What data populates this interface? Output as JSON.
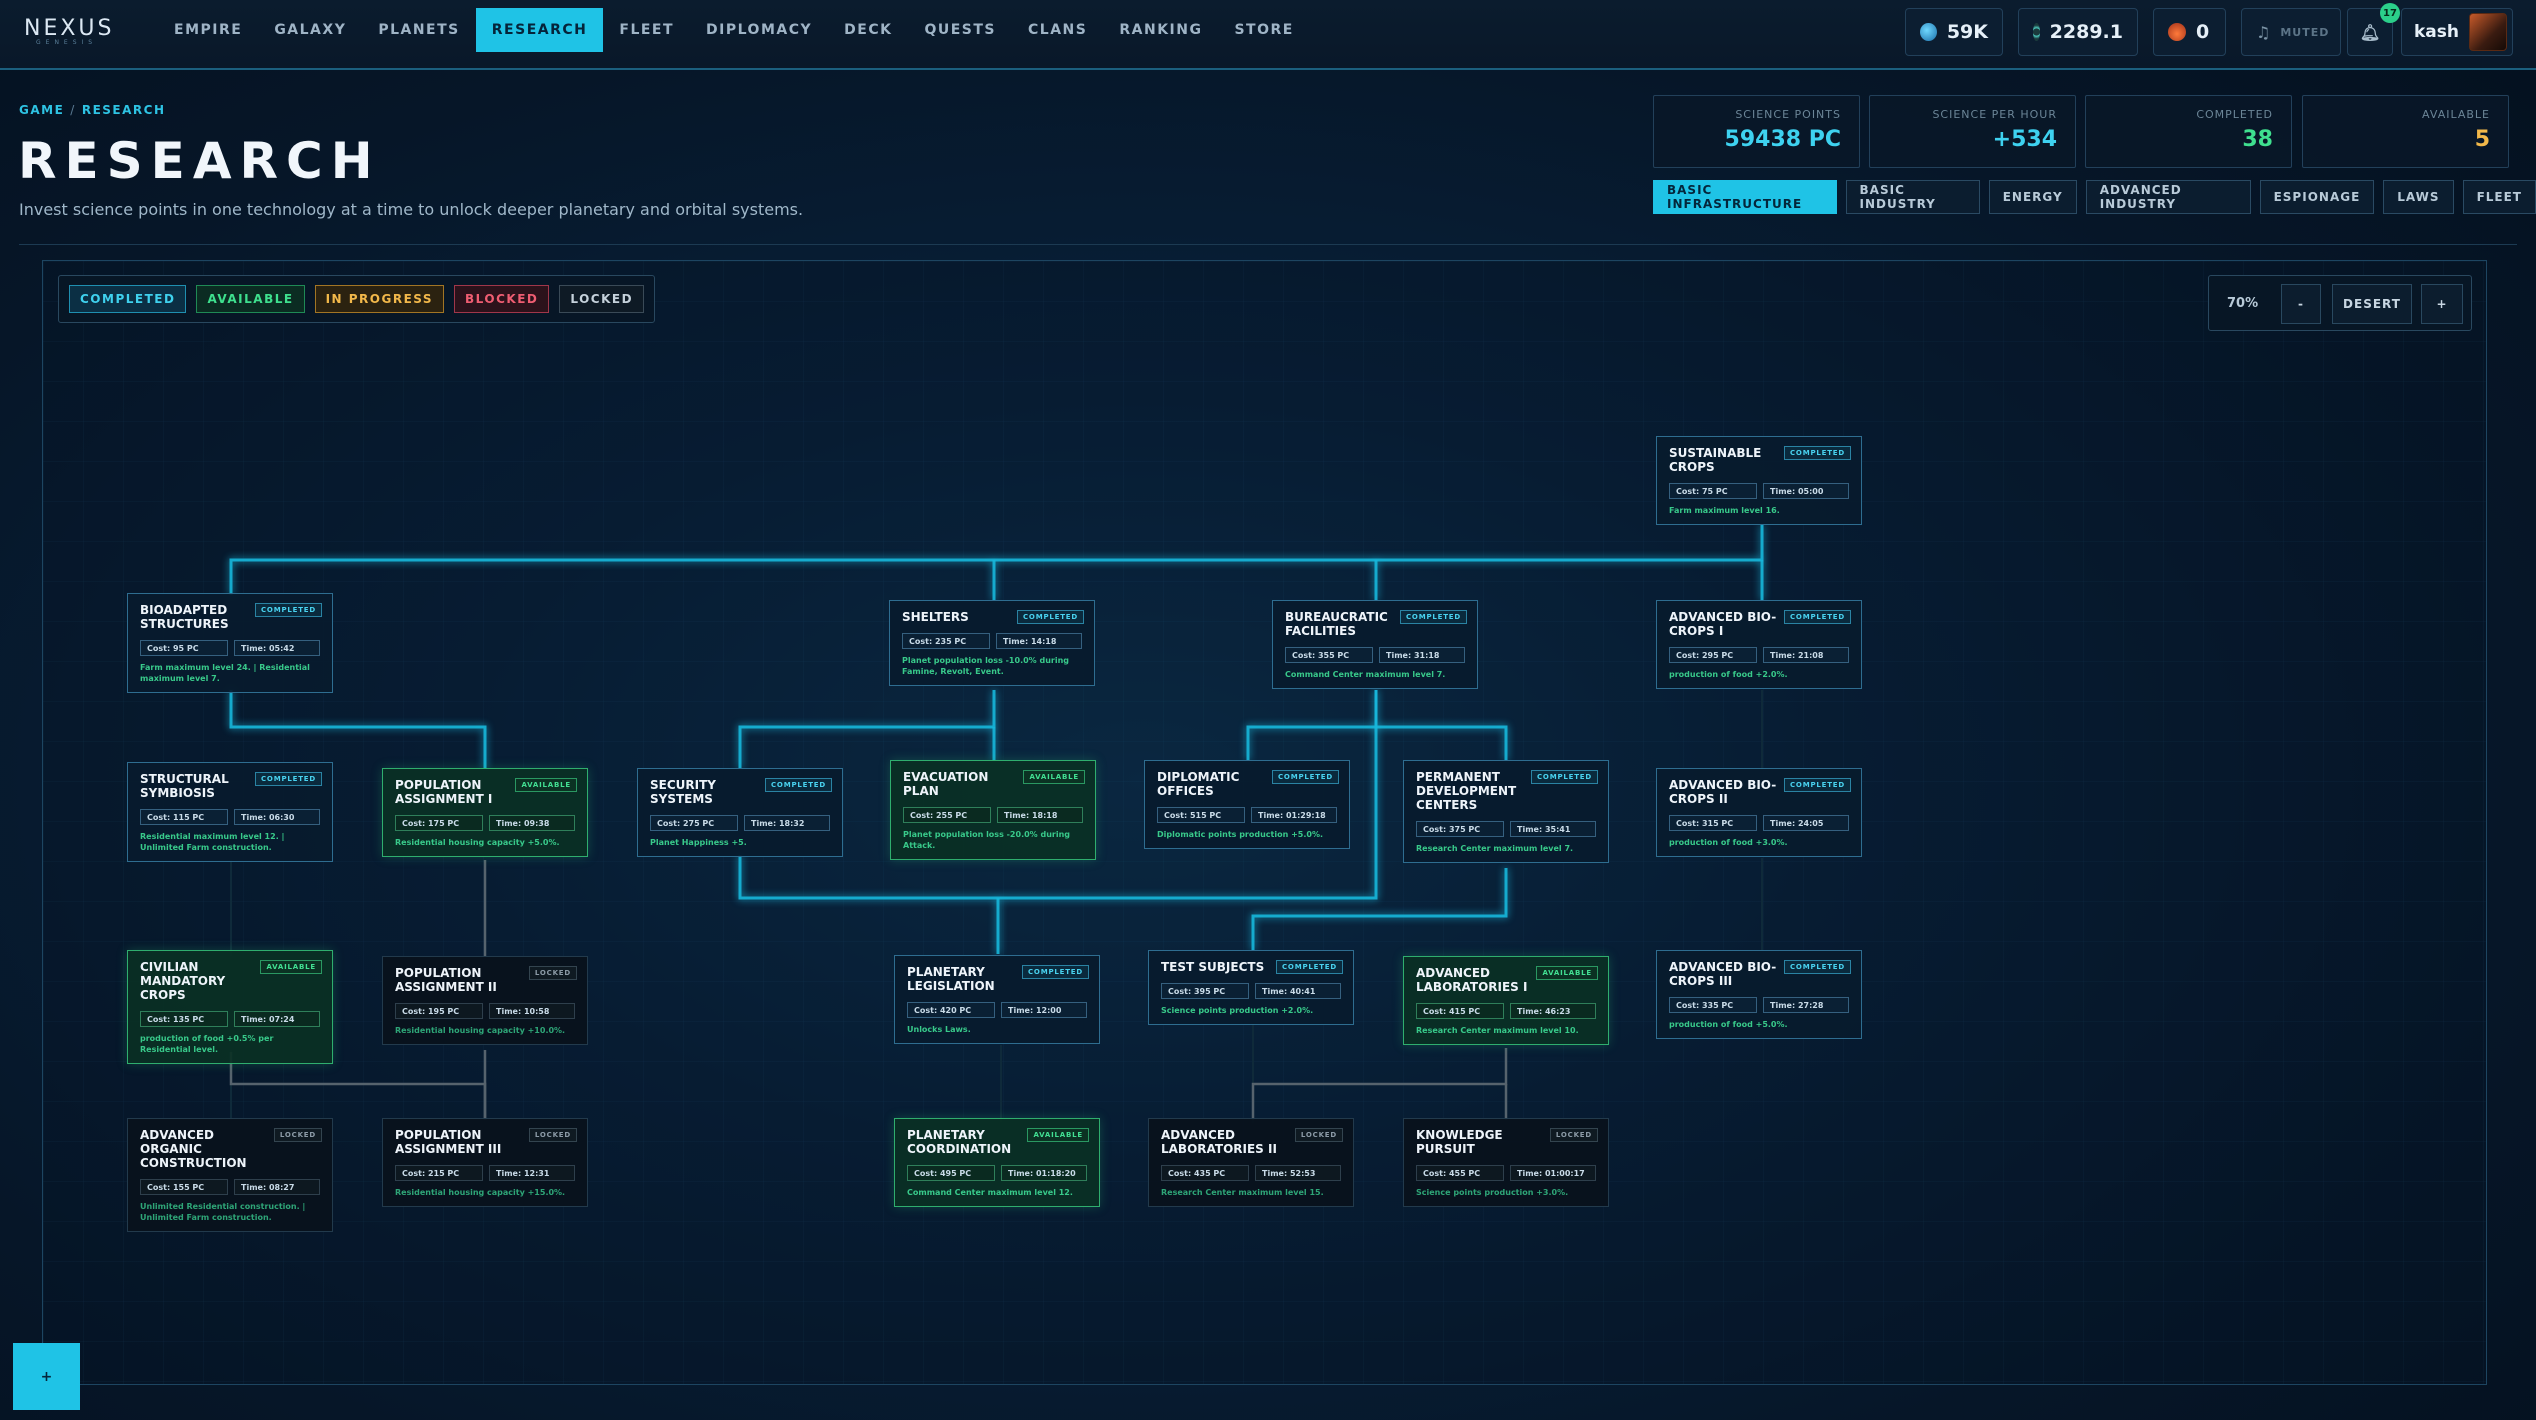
{
  "app": {
    "logo": "NEXUS",
    "logo_sub": "GENESIS"
  },
  "nav": [
    {
      "label": "EMPIRE"
    },
    {
      "label": "GALAXY"
    },
    {
      "label": "PLANETS"
    },
    {
      "label": "RESEARCH"
    },
    {
      "label": "FLEET"
    },
    {
      "label": "DIPLOMACY"
    },
    {
      "label": "DECK"
    },
    {
      "label": "QUESTS"
    },
    {
      "label": "CLANS"
    },
    {
      "label": "RANKING"
    },
    {
      "label": "STORE"
    }
  ],
  "resources": {
    "metal": "59K",
    "crystal": "2289.1",
    "energy": "0",
    "audio": "MUTED",
    "notifications": "17",
    "username": "kash"
  },
  "breadcrumb": {
    "root": "GAME",
    "current": "RESEARCH"
  },
  "page": {
    "title": "RESEARCH",
    "subtitle": "Invest science points in one technology at a time to unlock deeper planetary and orbital systems."
  },
  "stats": [
    {
      "label": "SCIENCE POINTS",
      "value": "59438 PC",
      "color": "#3ed2f0"
    },
    {
      "label": "SCIENCE PER HOUR",
      "value": "+534",
      "color": "#3ed2f0"
    },
    {
      "label": "COMPLETED",
      "value": "38",
      "color": "#3fe08f"
    },
    {
      "label": "AVAILABLE",
      "value": "5",
      "color": "#f2b84a"
    }
  ],
  "categories": [
    {
      "label": "BASIC INFRASTRUCTURE"
    },
    {
      "label": "BASIC INDUSTRY"
    },
    {
      "label": "ENERGY"
    },
    {
      "label": "ADVANCED INDUSTRY"
    },
    {
      "label": "ESPIONAGE"
    },
    {
      "label": "LAWS"
    },
    {
      "label": "FLEET"
    }
  ],
  "legend": {
    "completed": "COMPLETED",
    "available": "AVAILABLE",
    "in_progress": "IN PROGRESS",
    "blocked": "BLOCKED",
    "locked": "LOCKED"
  },
  "zoom": {
    "level": "70%",
    "minus": "-",
    "reset": "DESERT",
    "plus": "+"
  },
  "fab": {
    "label": "+"
  },
  "nodes": {
    "sustainable_crops": {
      "title": "SUSTAINABLE CROPS",
      "status": "COMPLETED",
      "cost": "Cost: 75 PC",
      "time": "Time: 05:00",
      "desc": "Farm maximum level 16."
    },
    "biodapted": {
      "title": "BIOADAPTED STRUCTURES",
      "status": "COMPLETED",
      "cost": "Cost: 95 PC",
      "time": "Time: 05:42",
      "desc": "Farm maximum level 24. | Residential maximum level 7."
    },
    "shelters": {
      "title": "SHELTERS",
      "status": "COMPLETED",
      "cost": "Cost: 235 PC",
      "time": "Time: 14:18",
      "desc": "Planet population loss -10.0% during Famine, Revolt, Event."
    },
    "bureaucratic": {
      "title": "BUREAUCRATIC FACILITIES",
      "status": "COMPLETED",
      "cost": "Cost: 355 PC",
      "time": "Time: 31:18",
      "desc": "Command Center maximum level 7."
    },
    "adv_bio_1": {
      "title": "ADVANCED BIO-CROPS I",
      "status": "COMPLETED",
      "cost": "Cost: 295 PC",
      "time": "Time: 21:08",
      "desc": "production of food +2.0%."
    },
    "structural": {
      "title": "STRUCTURAL SYMBIOSIS",
      "status": "COMPLETED",
      "cost": "Cost: 115 PC",
      "time": "Time: 06:30",
      "desc": "Residential maximum level 12. | Unlimited Farm construction."
    },
    "pop_1": {
      "title": "POPULATION ASSIGNMENT I",
      "status": "AVAILABLE",
      "cost": "Cost: 175 PC",
      "time": "Time: 09:38",
      "desc": "Residential housing capacity +5.0%."
    },
    "security": {
      "title": "SECURITY SYSTEMS",
      "status": "COMPLETED",
      "cost": "Cost: 275 PC",
      "time": "Time: 18:32",
      "desc": "Planet Happiness +5."
    },
    "evacuation": {
      "title": "EVACUATION PLAN",
      "status": "AVAILABLE",
      "cost": "Cost: 255 PC",
      "time": "Time: 18:18",
      "desc": "Planet population loss -20.0% during Attack."
    },
    "diplomatic": {
      "title": "DIPLOMATIC OFFICES",
      "status": "COMPLETED",
      "cost": "Cost: 515 PC",
      "time": "Time: 01:29:18",
      "desc": "Diplomatic points production +5.0%."
    },
    "permanent": {
      "title": "PERMANENT DEVELOPMENT CENTERS",
      "status": "COMPLETED",
      "cost": "Cost: 375 PC",
      "time": "Time: 35:41",
      "desc": "Research Center maximum level 7."
    },
    "adv_bio_2": {
      "title": "ADVANCED BIO-CROPS II",
      "status": "COMPLETED",
      "cost": "Cost: 315 PC",
      "time": "Time: 24:05",
      "desc": "production of food +3.0%."
    },
    "civilian": {
      "title": "CIVILIAN MANDATORY CROPS",
      "status": "AVAILABLE",
      "cost": "Cost: 135 PC",
      "time": "Time: 07:24",
      "desc": "production of food +0.5% per Residential level."
    },
    "pop_2": {
      "title": "POPULATION ASSIGNMENT II",
      "status": "LOCKED",
      "cost": "Cost: 195 PC",
      "time": "Time: 10:58",
      "desc": "Residential housing capacity +10.0%."
    },
    "planetary_leg": {
      "title": "PLANETARY LEGISLATION",
      "status": "COMPLETED",
      "cost": "Cost: 420 PC",
      "time": "Time: 12:00",
      "desc": "Unlocks Laws."
    },
    "test_subjects": {
      "title": "TEST SUBJECTS",
      "status": "COMPLETED",
      "cost": "Cost: 395 PC",
      "time": "Time: 40:41",
      "desc": "Science points production +2.0%."
    },
    "adv_labs_1": {
      "title": "ADVANCED LABORATORIES I",
      "status": "AVAILABLE",
      "cost": "Cost: 415 PC",
      "time": "Time: 46:23",
      "desc": "Research Center maximum level 10."
    },
    "adv_bio_3": {
      "title": "ADVANCED BIO-CROPS III",
      "status": "COMPLETED",
      "cost": "Cost: 335 PC",
      "time": "Time: 27:28",
      "desc": "production of food +5.0%."
    },
    "adv_organic": {
      "title": "ADVANCED ORGANIC CONSTRUCTION",
      "status": "LOCKED",
      "cost": "Cost: 155 PC",
      "time": "Time: 08:27",
      "desc": "Unlimited Residential construction. | Unlimited Farm construction."
    },
    "pop_3": {
      "title": "POPULATION ASSIGNMENT III",
      "status": "LOCKED",
      "cost": "Cost: 215 PC",
      "time": "Time: 12:31",
      "desc": "Residential housing capacity +15.0%."
    },
    "planetary_coord": {
      "title": "PLANETARY COORDINATION",
      "status": "AVAILABLE",
      "cost": "Cost: 495 PC",
      "time": "Time: 01:18:20",
      "desc": "Command Center maximum level 12."
    },
    "adv_labs_2": {
      "title": "ADVANCED LABORATORIES II",
      "status": "LOCKED",
      "cost": "Cost: 435 PC",
      "time": "Time: 52:53",
      "desc": "Research Center maximum level 15."
    },
    "knowledge": {
      "title": "KNOWLEDGE PURSUIT",
      "status": "LOCKED",
      "cost": "Cost: 455 PC",
      "time": "Time: 01:00:17",
      "desc": "Science points production +3.0%."
    }
  }
}
